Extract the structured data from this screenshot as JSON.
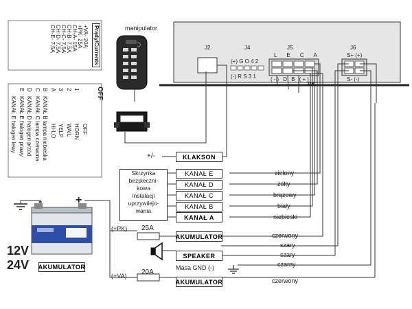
{
  "currents": {
    "title": "Prądy/Currents",
    "lines": [
      "+VA- 20A",
      "+PK- 25A",
      "CH-A- 15A",
      "CH-B- 7,5A",
      "CH-C- 7,5A",
      "CH-D- 7,5A",
      "CH-E- 7,5A"
    ]
  },
  "modes": {
    "off": "OFF",
    "rows": [
      {
        "key": "",
        "sound": "OFF"
      },
      {
        "key": "1",
        "sound": "HORN"
      },
      {
        "key": "2",
        "sound": "WAIL"
      },
      {
        "key": "3",
        "sound": "YELP"
      },
      {
        "key": "A",
        "sound": "HI-LO"
      },
      {
        "key": "B",
        "sound": "KANAŁ B lampa niebieska"
      },
      {
        "key": "C",
        "sound": "KANAŁ C lampa czerwona"
      },
      {
        "key": "D",
        "sound": "KANAŁ D halogen przód"
      },
      {
        "key": "E",
        "sound": "KANAŁ E halogen prawy"
      },
      {
        "key": "",
        "sound": "KANAŁ E halogen lewy"
      }
    ]
  },
  "manipulator_label": "manipulator",
  "unit": {
    "j2": "J2",
    "j4": "J4",
    "j5": "J5",
    "j6": "J6",
    "j4_top": "(+) G O 4 2",
    "j4_bot": "(-) R S 3 1",
    "j5_top": "L E C A",
    "j5_bot": "(-) D B (+)",
    "j5_pk": "PK",
    "j6_top": "S+ (+)",
    "j6_bot": "S- (-)"
  },
  "klakson": {
    "label": "KLAKSON",
    "sign": "+/-"
  },
  "channels_box": {
    "text": [
      "Skrzynka",
      "bezpieczni-",
      "kowa",
      "instalacji",
      "uprzywilejo-",
      "wania"
    ],
    "labels": [
      "KANAŁ E",
      "KANAŁ D",
      "KANAŁ C",
      "KANAŁ B",
      "KANAŁ A"
    ],
    "colors": [
      "zielony",
      "żółty",
      "brązowy",
      "biały",
      "niebieski"
    ]
  },
  "battery": {
    "v12": "12V",
    "v24": "24V",
    "label": "AKUMULATOR",
    "minus": "-",
    "plus": "+"
  },
  "pk": {
    "tag": "(+PK)",
    "fuse": "25A",
    "label": "AKUMULATOR",
    "color": "czerwony"
  },
  "speaker": {
    "label": "SPEAKER",
    "color1": "szary",
    "color2": "szary"
  },
  "ground": {
    "label": "Masa GND (-)",
    "color": "czarny"
  },
  "va": {
    "tag": "(+VA)",
    "fuse": "20A",
    "label": "AKUMULATOR",
    "color": "czerwony"
  }
}
